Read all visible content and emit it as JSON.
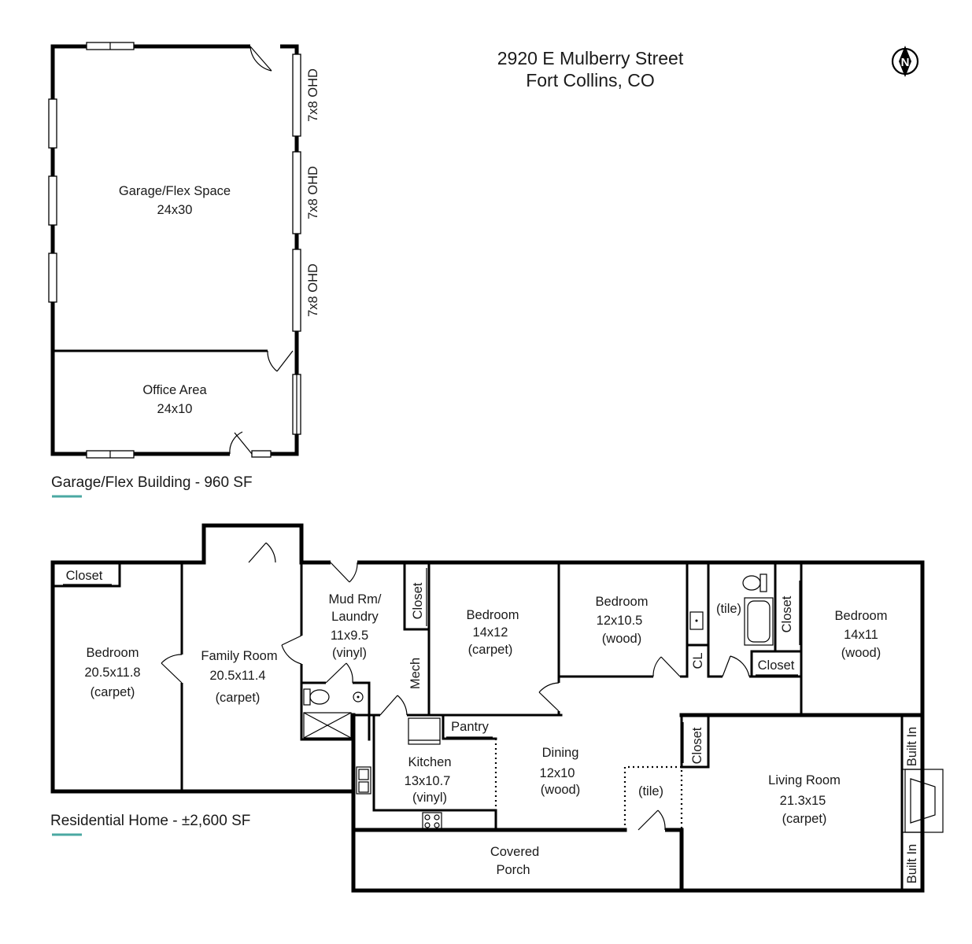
{
  "header": {
    "address_line1": "2920 E Mulberry Street",
    "address_line2": "Fort Collins, CO",
    "compass_letter": "N"
  },
  "accent_color": "#4aa8a2",
  "garage_building": {
    "caption": "Garage/Flex Building - 960 SF",
    "doors": [
      "7x8 OHD",
      "7x8 OHD",
      "7x8 OHD"
    ],
    "rooms": {
      "flex_space": {
        "name": "Garage/Flex Space",
        "size": "24x30"
      },
      "office": {
        "name": "Office Area",
        "size": "24x10"
      }
    }
  },
  "residence": {
    "caption": "Residential Home - ±2,600 SF",
    "rooms": {
      "closet_left": {
        "name": "Closet"
      },
      "bedroom_1": {
        "name": "Bedroom",
        "size": "20.5x11.8",
        "floor": "(carpet)"
      },
      "family_room": {
        "name": "Family Room",
        "size": "20.5x11.4",
        "floor": "(carpet)"
      },
      "mud_room": {
        "name_line1": "Mud Rm/",
        "name_line2": "Laundry",
        "size": "11x9.5",
        "floor": "(vinyl)"
      },
      "closet_mud": {
        "name": "Closet"
      },
      "mech": {
        "name": "Mech"
      },
      "bedroom_2": {
        "name": "Bedroom",
        "size": "14x12",
        "floor": "(carpet)"
      },
      "bedroom_3": {
        "name": "Bedroom",
        "size": "12x10.5",
        "floor": "(wood)"
      },
      "cl": {
        "name": "CL"
      },
      "bath_tile": {
        "floor": "(tile)"
      },
      "closet_bath": {
        "name": "Closet"
      },
      "closet_hall": {
        "name": "Closet"
      },
      "bedroom_4": {
        "name": "Bedroom",
        "size": "14x11",
        "floor": "(wood)"
      },
      "pantry": {
        "name": "Pantry"
      },
      "kitchen": {
        "name": "Kitchen",
        "size": "13x10.7",
        "floor": "(vinyl)"
      },
      "dining": {
        "name": "Dining",
        "size": "12x10",
        "floor": "(wood)"
      },
      "entry_tile": {
        "floor": "(tile)"
      },
      "closet_living": {
        "name": "Closet"
      },
      "living_room": {
        "name": "Living Room",
        "size": "21.3x15",
        "floor": "(carpet)"
      },
      "built_in_top": {
        "name": "Built In"
      },
      "built_in_bottom": {
        "name": "Built In"
      },
      "covered_porch": {
        "name_line1": "Covered",
        "name_line2": "Porch"
      }
    }
  }
}
